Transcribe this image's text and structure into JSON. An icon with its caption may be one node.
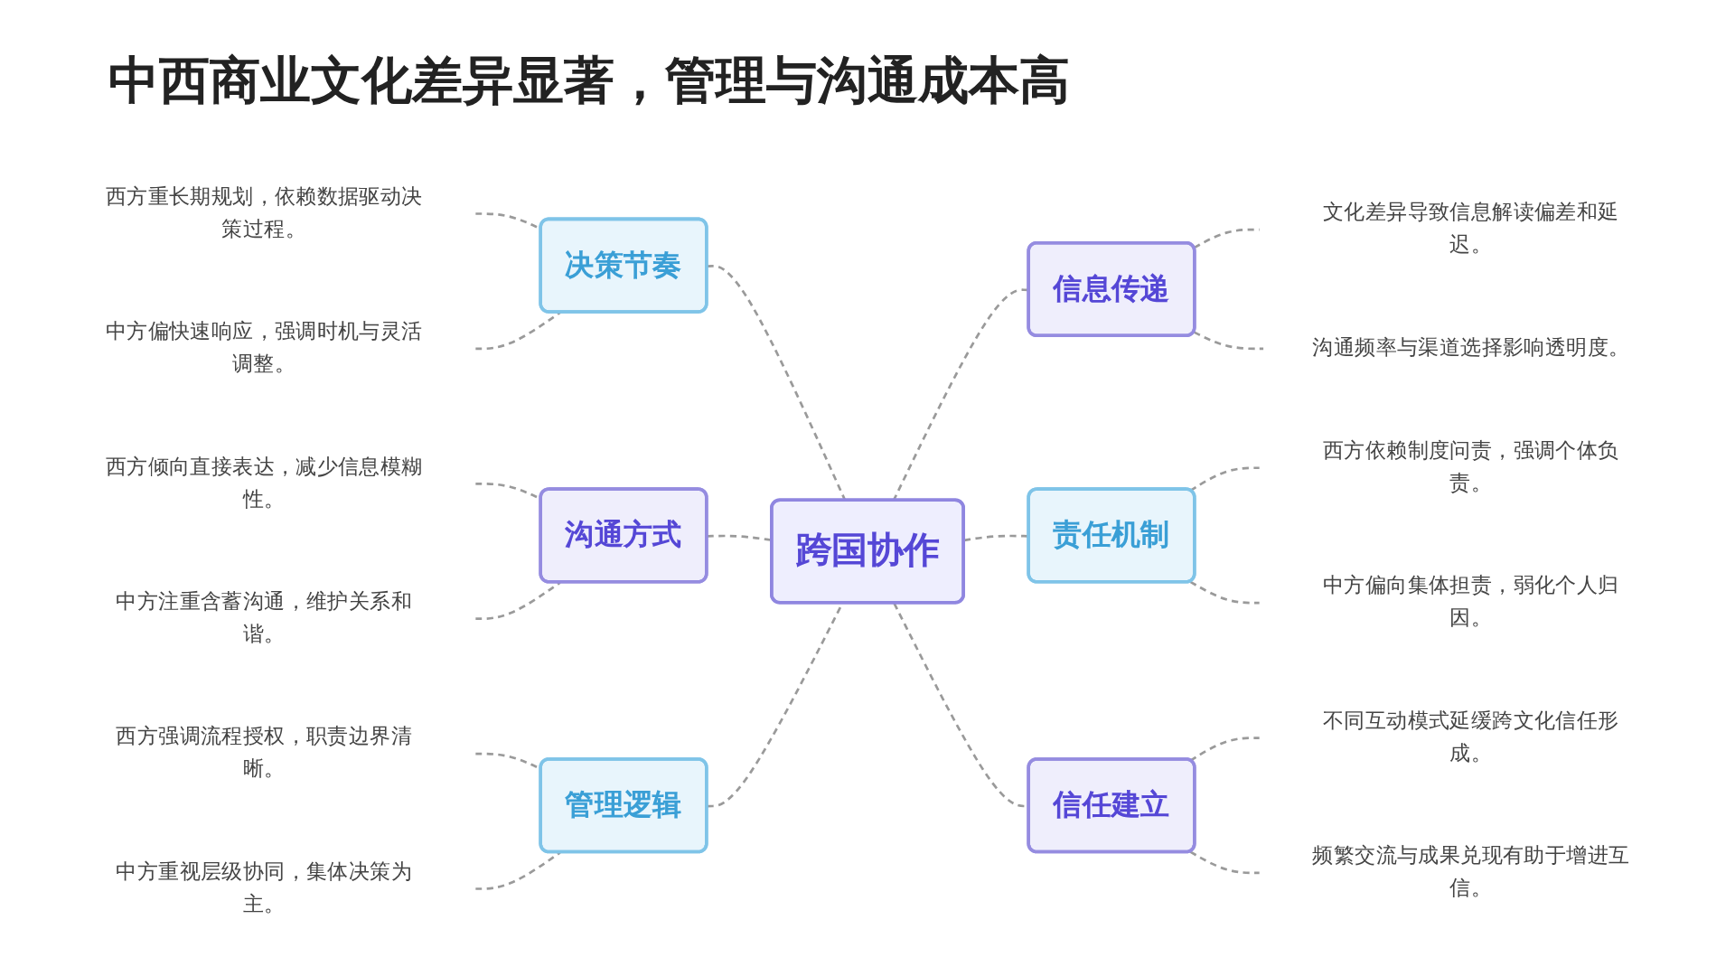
{
  "diagram": {
    "title": "中西商业文化差异显著，管理与沟通成本高",
    "nodes": [
      {
        "text": [
          "决策节奏"
        ]
      },
      {
        "text": [
          "西方重长期规划，依赖数据驱动决策过程。"
        ]
      },
      {
        "text": [
          "中方偏快速响应，强调时机与灵活调整。"
        ]
      },
      {
        "text": [
          "沟通方式"
        ]
      },
      {
        "text": [
          "西方倾向直接表达，减少信息模糊性。"
        ]
      },
      {
        "text": [
          "中方注重含蓄沟通，维护关系和谐。"
        ]
      },
      {
        "text": [
          "管理逻辑"
        ]
      },
      {
        "text": [
          "西方强调流程授权，职责边界清晰。"
        ]
      },
      {
        "text": [
          "中方重视层级协同，集体决策为主。"
        ]
      },
      {
        "text": [
          "跨国协作"
        ]
      },
      {
        "text": [
          "信息传递"
        ]
      },
      {
        "text": [
          "文化差异导致信息解读偏差和延迟。"
        ]
      },
      {
        "text": [
          "沟通频率与渠道选择影响透明度。"
        ]
      },
      {
        "text": [
          "责任机制"
        ]
      },
      {
        "text": [
          "西方依赖制度问责，强调个体负责。"
        ]
      },
      {
        "text": [
          "中方偏向集体担责，弱化个人归因。"
        ]
      },
      {
        "text": [
          "信任建立"
        ]
      },
      {
        "text": [
          "不同互动模式延缓跨文化信任形成。"
        ]
      },
      {
        "text": [
          "频繁交流与成果兑现有助于增进互信。"
        ]
      }
    ],
    "edges": [
      {
        "from": 1,
        "to": 0,
        "arrow": "none",
        "style": "dashed"
      },
      {
        "from": 2,
        "to": 0,
        "arrow": "none",
        "style": "dashed"
      },
      {
        "from": 4,
        "to": 3,
        "arrow": "none",
        "style": "dashed"
      },
      {
        "from": 5,
        "to": 3,
        "arrow": "none",
        "style": "dashed"
      },
      {
        "from": 7,
        "to": 6,
        "arrow": "none",
        "style": "dashed"
      },
      {
        "from": 8,
        "to": 6,
        "arrow": "none",
        "style": "dashed"
      },
      {
        "from": 0,
        "to": 9,
        "arrow": "none",
        "style": "dashed"
      },
      {
        "from": 3,
        "to": 9,
        "arrow": "none",
        "style": "dashed"
      },
      {
        "from": 6,
        "to": 9,
        "arrow": "none",
        "style": "dashed"
      },
      {
        "from": 9,
        "to": 10,
        "arrow": "none",
        "style": "dashed"
      },
      {
        "from": 9,
        "to": 13,
        "arrow": "none",
        "style": "dashed"
      },
      {
        "from": 9,
        "to": 16,
        "arrow": "none",
        "style": "dashed"
      },
      {
        "from": 10,
        "to": 11,
        "arrow": "none",
        "style": "dashed"
      },
      {
        "from": 10,
        "to": 12,
        "arrow": "none",
        "style": "dashed"
      },
      {
        "from": 13,
        "to": 14,
        "arrow": "none",
        "style": "dashed"
      },
      {
        "from": 13,
        "to": 15,
        "arrow": "none",
        "style": "dashed"
      },
      {
        "from": 16,
        "to": 17,
        "arrow": "none",
        "style": "dashed"
      },
      {
        "from": 16,
        "to": 18,
        "arrow": "none",
        "style": "dashed"
      }
    ]
  }
}
